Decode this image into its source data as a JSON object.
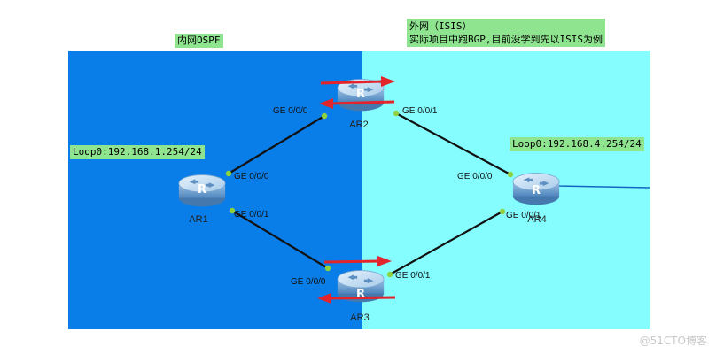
{
  "colors": {
    "intranet_bg": "#0a7ee8",
    "extranet_bg": "#85fdff",
    "tag_bg": "#8fe58f",
    "link": "#111111",
    "arrow": "#e3242b",
    "port_dot": "#8fd23e",
    "ar4_line": "#1565c0"
  },
  "labels": {
    "intranet": "内网OSPF",
    "extranet_line1": "外网（ISIS）",
    "extranet_line2": "实际项目中跑BGP,目前没学到先以ISIS为例",
    "loopback_ar1": "Loop0:192.168.1.254/24",
    "loopback_ar4": "Loop0:192.168.4.254/24"
  },
  "routers": {
    "ar1": {
      "name": "AR1",
      "icon": "router-icon"
    },
    "ar2": {
      "name": "AR2",
      "icon": "router-icon"
    },
    "ar3": {
      "name": "AR3",
      "icon": "router-icon"
    },
    "ar4": {
      "name": "AR4",
      "icon": "router-icon"
    }
  },
  "ports": {
    "ar1_g000": "GE 0/0/0",
    "ar1_g001": "GE 0/0/1",
    "ar2_g000": "GE 0/0/0",
    "ar2_g001": "GE 0/0/1",
    "ar3_g000": "GE 0/0/0",
    "ar3_g001": "GE 0/0/1",
    "ar4_g000": "GE 0/0/0",
    "ar4_g001": "GE 0/0/1"
  },
  "router_glyph": "R",
  "watermark": "@51CTO博客"
}
